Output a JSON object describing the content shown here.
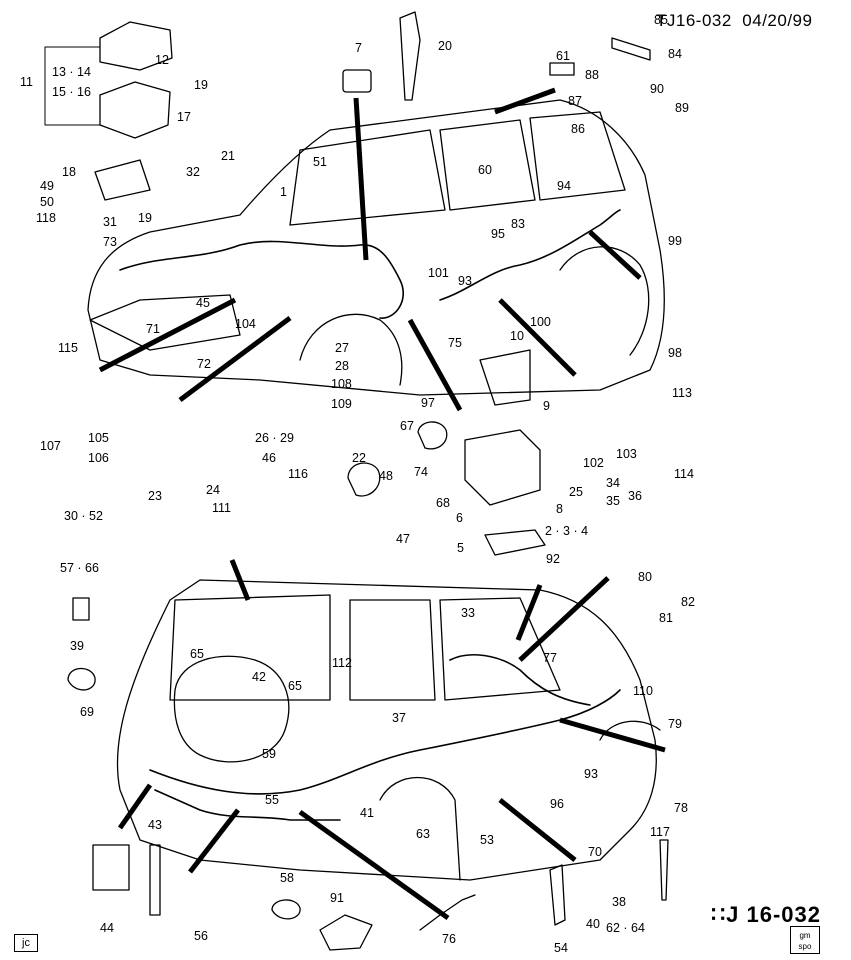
{
  "header": {
    "drawing_id": "TJ16-032",
    "date": "04/20/99"
  },
  "footer": {
    "code_mark": "∷J",
    "code_number": "16-032",
    "corner_mark": "jc",
    "badge_top": "gm",
    "badge_bottom": "spo"
  },
  "callouts": {
    "85": "85",
    "84": "84",
    "20": "20",
    "7": "7",
    "61": "61",
    "88": "88",
    "87": "87",
    "86": "86",
    "90": "90",
    "89": "89",
    "11": "11",
    "12": "12",
    "13_14": "13 · 14",
    "15_16": "15 · 16",
    "19a": "19",
    "17": "17",
    "18": "18",
    "32": "32",
    "21": "21",
    "51": "51",
    "60": "60",
    "94": "94",
    "49": "49",
    "50": "50",
    "118": "118",
    "31": "31",
    "73": "73",
    "19b": "19",
    "1": "1",
    "83": "83",
    "95": "95",
    "99": "99",
    "101": "101",
    "93a": "93",
    "100": "100",
    "45": "45",
    "104": "104",
    "71": "71",
    "115": "115",
    "72": "72",
    "98": "98",
    "27": "27",
    "28": "28",
    "108": "108",
    "109": "109",
    "10": "10",
    "75": "75",
    "9": "9",
    "97": "97",
    "67": "67",
    "113": "113",
    "107": "107",
    "105": "105",
    "106": "106",
    "26_29": "26 · 29",
    "22": "22",
    "102": "102",
    "103": "103",
    "114": "114",
    "46": "46",
    "116": "116",
    "48": "48",
    "74": "74",
    "68": "68",
    "25": "25",
    "23": "23",
    "24": "24",
    "34": "34",
    "35": "35",
    "36": "36",
    "30_52": "30 · 52",
    "111": "111",
    "6": "6",
    "8": "8",
    "2_3_4": "2 · 3 · 4",
    "47": "47",
    "5": "5",
    "57_66": "57 · 66",
    "92": "92",
    "80": "80",
    "82": "82",
    "81": "81",
    "33": "33",
    "39": "39",
    "65a": "65",
    "77": "77",
    "112": "112",
    "65b": "65",
    "42": "42",
    "110": "110",
    "69": "69",
    "37": "37",
    "79": "79",
    "59": "59",
    "93b": "93",
    "78": "78",
    "55": "55",
    "41": "41",
    "96": "96",
    "53": "53",
    "43": "43",
    "63": "63",
    "117": "117",
    "70": "70",
    "58": "58",
    "91": "91",
    "38": "38",
    "40": "40",
    "44": "44",
    "56": "56",
    "76": "76",
    "54": "54",
    "62_64": "62 · 64"
  },
  "colors": {
    "ink": "#000000",
    "paper": "#ffffff"
  }
}
